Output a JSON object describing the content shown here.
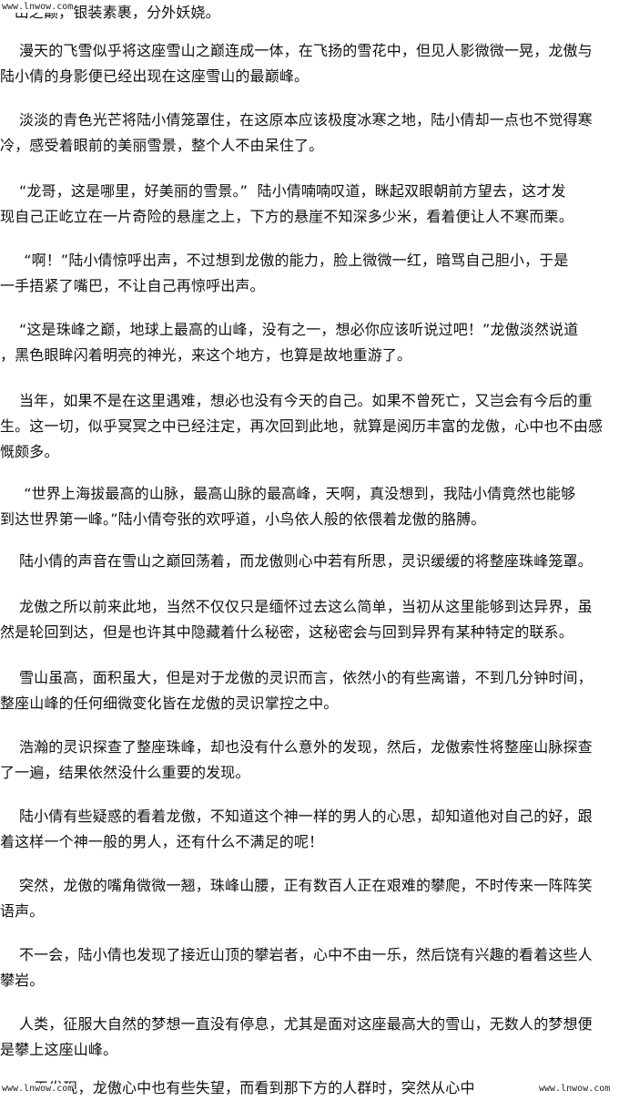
{
  "watermark": {
    "text": "www.lnwow.com"
  },
  "paragraphs": [
    {
      "lines": [
        "   山之巅，银装素裹，分外妖娆。"
      ]
    },
    {
      "lines": [
        "    漫天的飞雪似乎将这座雪山之巅连成一体，在飞扬的雪花中，但见人影微微一晃，龙傲与",
        "陆小倩的身影便已经出现在这座雪山的最巅峰。"
      ]
    },
    {
      "lines": [
        "    淡淡的青色光芒将陆小倩笼罩住，在这原本应该极度冰寒之地，陆小倩却一点也不觉得寒",
        "冷，感受着眼前的美丽雪景，整个人不由呆住了。"
      ]
    },
    {
      "lines": [
        "    “龙哥，这是哪里，好美丽的雪景。”  陆小倩喃喃叹道，眯起双眼朝前方望去，这才发",
        "现自己正屹立在一片奇险的悬崖之上，下方的悬崖不知深多少米，看着便让人不寒而栗。"
      ]
    },
    {
      "lines": [
        "     “啊！”陆小倩惊呼出声，不过想到龙傲的能力，脸上微微一红，暗骂自己胆小，于是",
        "一手捂紧了嘴巴，不让自己再惊呼出声。"
      ]
    },
    {
      "lines": [
        "    “这是珠峰之巅，地球上最高的山峰，没有之一，想必你应该听说过吧！”龙傲淡然说道",
        "，黑色眼眸闪着明亮的神光，来这个地方，也算是故地重游了。"
      ]
    },
    {
      "lines": [
        "    当年，如果不是在这里遇难，想必也没有今天的自己。如果不曾死亡，又岂会有今后的重",
        "生。这一切，似乎冥冥之中已经注定，再次回到此地，就算是阅历丰富的龙傲，心中也不由感",
        "慨颇多。"
      ]
    },
    {
      "lines": [
        "     “世界上海拔最高的山脉，最高山脉的最高峰，天啊，真没想到，我陆小倩竟然也能够",
        "到达世界第一峰。”陆小倩夸张的欢呼道，小鸟依人般的依偎着龙傲的胳膊。"
      ]
    },
    {
      "lines": [
        "    陆小倩的声音在雪山之巅回荡着，而龙傲则心中若有所思，灵识缓缓的将整座珠峰笼罩。"
      ]
    },
    {
      "lines": [
        "    龙傲之所以前来此地，当然不仅仅只是缅怀过去这么简单，当初从这里能够到达异界，虽",
        "然是轮回到达，但是也许其中隐藏着什么秘密，这秘密会与回到异界有某种特定的联系。"
      ]
    },
    {
      "lines": [
        "    雪山虽高，面积虽大，但是对于龙傲的灵识而言，依然小的有些离谱，不到几分钟时间，",
        "整座山峰的任何细微变化皆在龙傲的灵识掌控之中。"
      ]
    },
    {
      "lines": [
        "    浩瀚的灵识探查了整座珠峰，却也没有什么意外的发现，然后，龙傲索性将整座山脉探查",
        "了一遍，结果依然没什么重要的发现。"
      ]
    },
    {
      "lines": [
        "    陆小倩有些疑惑的看着龙傲，不知道这个神一样的男人的心思，却知道他对自己的好，跟",
        "着这样一个神一般的男人，还有什么不满足的呢！"
      ]
    },
    {
      "lines": [
        "    突然，龙傲的嘴角微微一翘，珠峰山腰，正有数百人正在艰难的攀爬，不时传来一阵阵笑",
        "语声。"
      ]
    },
    {
      "lines": [
        "    不一会，陆小倩也发现了接近山顶的攀岩者，心中不由一乐，然后饶有兴趣的看着这些人",
        "攀岩。"
      ]
    },
    {
      "lines": [
        "    人类，征服大自然的梦想一直没有停息，尤其是面对这座最高大的雪山，无数人的梦想便",
        "是攀上这座山峰。"
      ]
    },
    {
      "lines": [
        "    一无发现，龙傲心中也有些失望，而看到那下方的人群时，突然从心中               "
      ]
    }
  ]
}
